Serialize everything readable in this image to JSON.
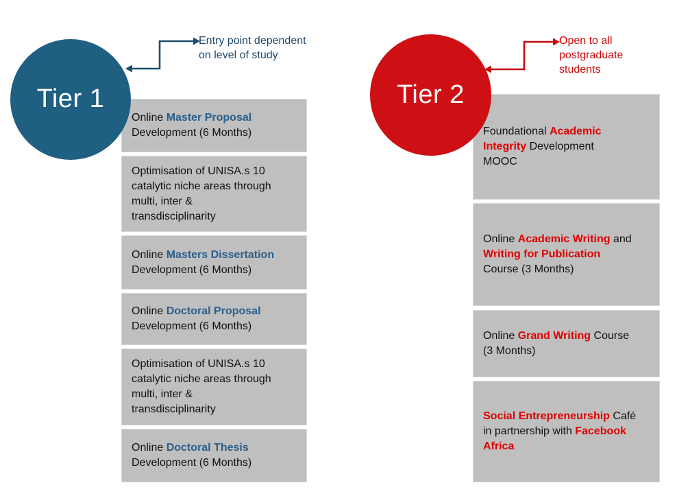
{
  "page": {
    "background": "#ffffff",
    "box_bg": "#BFBFBF",
    "body_text_color": "#111111"
  },
  "tiers": [
    {
      "name": "tier-1",
      "circle": {
        "label": "Tier 1",
        "fill": "#1F5F82",
        "text_color": "#ffffff"
      },
      "arrow_icon": "step-arrow-double-head",
      "arrow_color": "#1F4E6B",
      "annotation": {
        "text": "Entry point dependent on level of study",
        "color": "#20486B"
      },
      "highlight_color": "#2A5E8C",
      "boxes": [
        {
          "segments": [
            {
              "text": "Online ",
              "highlight": false
            },
            {
              "text": "Master Proposal",
              "highlight": true
            },
            {
              "text": "\nDevelopment (6 Months)",
              "highlight": false
            }
          ]
        },
        {
          "segments": [
            {
              "text": "Optimisation of UNISA.s 10\ncatalytic niche areas through\nmulti, inter &\ntransdisciplinarity",
              "highlight": false
            }
          ]
        },
        {
          "segments": [
            {
              "text": "Online ",
              "highlight": false
            },
            {
              "text": "Masters Dissertation",
              "highlight": true
            },
            {
              "text": "\nDevelopment (6 Months)",
              "highlight": false
            }
          ]
        },
        {
          "segments": [
            {
              "text": "Online ",
              "highlight": false
            },
            {
              "text": "Doctoral Proposal",
              "highlight": true
            },
            {
              "text": "\nDevelopment (6 Months)",
              "highlight": false
            }
          ]
        },
        {
          "segments": [
            {
              "text": "Optimisation of UNISA.s 10\ncatalytic niche areas through\nmulti, inter &\ntransdisciplinarity",
              "highlight": false
            }
          ]
        },
        {
          "segments": [
            {
              "text": "Online ",
              "highlight": false
            },
            {
              "text": "Doctoral Thesis",
              "highlight": true
            },
            {
              "text": "\nDevelopment (6 Months)",
              "highlight": false
            }
          ]
        }
      ]
    },
    {
      "name": "tier-2",
      "circle": {
        "label": "Tier 2",
        "fill": "#CE1014",
        "text_color": "#ffffff"
      },
      "arrow_icon": "step-arrow-double-head",
      "arrow_color": "#C20B0E",
      "annotation": {
        "text": "Open to all postgraduate students",
        "color": "#C80A0A"
      },
      "highlight_color": "#DE0202",
      "boxes": [
        {
          "segments": [
            {
              "text": "Foundational ",
              "highlight": false
            },
            {
              "text": "Academic\nIntegrity",
              "highlight": true
            },
            {
              "text": " Development\nMOOC",
              "highlight": false
            }
          ]
        },
        {
          "segments": [
            {
              "text": "Online ",
              "highlight": false
            },
            {
              "text": "Academic Writing",
              "highlight": true
            },
            {
              "text": " and\n",
              "highlight": false
            },
            {
              "text": "Writing for Publication",
              "highlight": true
            },
            {
              "text": "\nCourse (3 Months)",
              "highlight": false
            }
          ]
        },
        {
          "segments": [
            {
              "text": "Online ",
              "highlight": false
            },
            {
              "text": "Grand Writing",
              "highlight": true
            },
            {
              "text": " Course\n(3 Months)",
              "highlight": false
            }
          ]
        },
        {
          "segments": [
            {
              "text": "Social Entrepreneurship",
              "highlight": true
            },
            {
              "text": " Café\nin partnership with ",
              "highlight": false
            },
            {
              "text": "Facebook\nAfrica",
              "highlight": true
            }
          ]
        }
      ]
    }
  ]
}
